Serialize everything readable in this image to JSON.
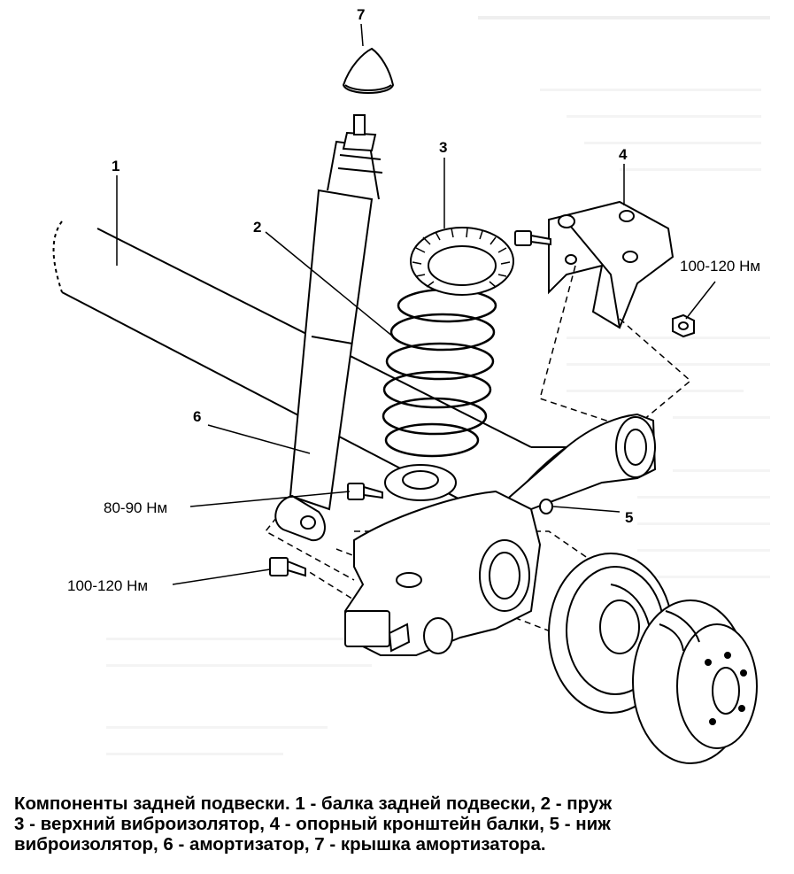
{
  "figure": {
    "labels": {
      "n1": "1",
      "n2": "2",
      "n3": "3",
      "n4": "4",
      "n5": "5",
      "n6": "6",
      "n7": "7"
    },
    "torques": {
      "bracket_nut": "100-120 Нм",
      "shock_upper_bolt": "80-90 Нм",
      "shock_lower_bolt": "100-120 Нм"
    }
  },
  "caption": {
    "line1": "Компоненты задней подвески. 1 - балка задней подвески, 2 - пруж",
    "line2": "3 - верхний виброизолятор, 4 - опорный кронштейн балки, 5 - ниж",
    "line3": "виброизолятор, 6 - амортизатор, 7 - крышка амортизатора."
  },
  "colors": {
    "ink": "#000000",
    "paper": "#ffffff",
    "bleed_through": "#d8d8d8"
  }
}
